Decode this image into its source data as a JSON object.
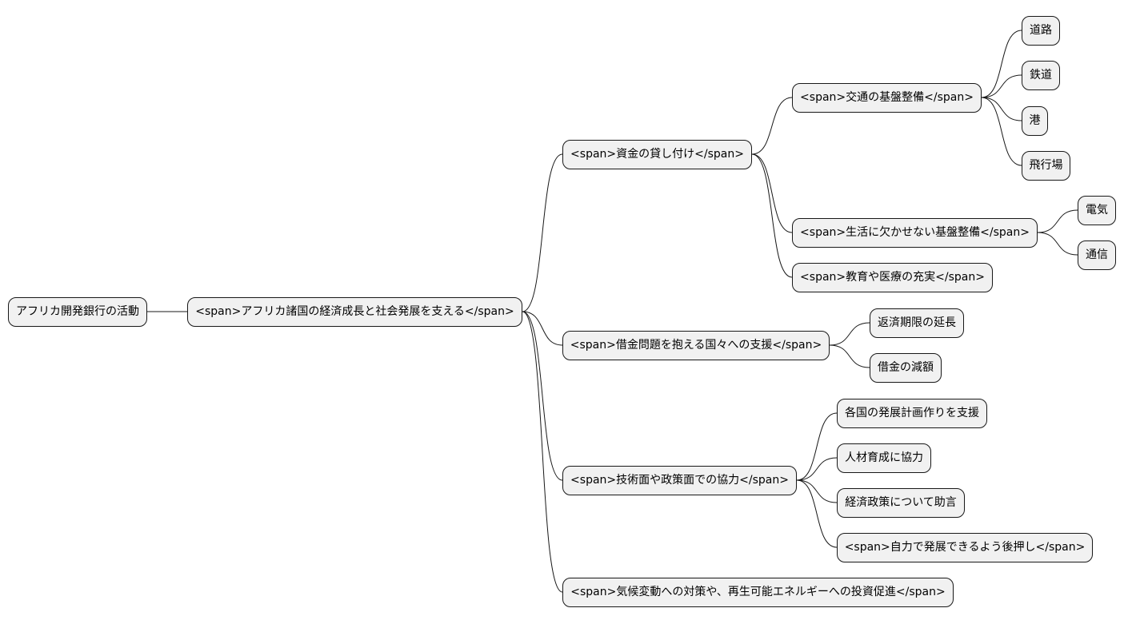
{
  "root": "アフリカ開発銀行の活動",
  "level1": "<span>アフリカ諸国の経済成長と社会発展を支える</span>",
  "branches": {
    "loans": {
      "label": "<span>資金の貸し付け</span>",
      "transport": {
        "label": "<span>交通の基盤整備</span>",
        "items": [
          "道路",
          "鉄道",
          "港",
          "飛行場"
        ]
      },
      "living": {
        "label": "<span>生活に欠かせない基盤整備</span>",
        "items": [
          "電気",
          "通信"
        ]
      },
      "education": {
        "label": "<span>教育や医療の充実</span>"
      }
    },
    "debt": {
      "label": "<span>借金問題を抱える国々への支援</span>",
      "items": [
        "返済期限の延長",
        "借金の減額"
      ]
    },
    "technical": {
      "label": "<span>技術面や政策面での協力</span>",
      "items": [
        "各国の発展計画作りを支援",
        "人材育成に協力",
        "経済政策について助言",
        "<span>自力で発展できるよう後押し</span>"
      ]
    },
    "climate": {
      "label": "<span>気候変動への対策や、再生可能エネルギーへの投資促進</span>"
    }
  }
}
